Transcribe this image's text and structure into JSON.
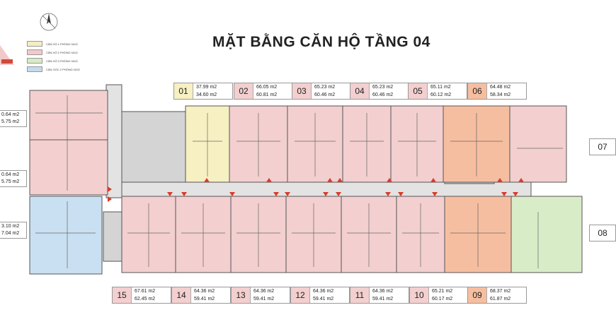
{
  "title": "MẶT BẰNG CĂN HỘ TẦNG 04",
  "legend": [
    {
      "label": "CĂN HỘ 1 PHÒNG NGỦ",
      "color": "#f4eec0"
    },
    {
      "label": "CĂN HỘ 2 PHÒNG NGỦ",
      "color": "#f2c9c9"
    },
    {
      "label": "CĂN HỘ 3 PHÒNG NGỦ",
      "color": "#d6ebc4"
    },
    {
      "label": "CĂN GÓC 2 PHÒNG NGỦ",
      "color": "#c4dbee"
    }
  ],
  "colors": {
    "pink": "#f3cfcf",
    "orange": "#f6bea0",
    "yellow": "#f6f0c2",
    "green": "#d9ecc8",
    "blue": "#c9e0f2",
    "core": "#d4d4d4",
    "corridor": "#e3e3e3",
    "arrow": "#d93b2b"
  },
  "top_units": [
    {
      "no": "01",
      "area1": "37.99 m2",
      "area2": "34.60 m2",
      "color": "#f6f0c2"
    },
    {
      "no": "02",
      "area1": "66.05 m2",
      "area2": "60.81 m2",
      "color": "#f3cfcf"
    },
    {
      "no": "03",
      "area1": "65.23 m2",
      "area2": "60.46 m2",
      "color": "#f3cfcf"
    },
    {
      "no": "04",
      "area1": "65.23 m2",
      "area2": "60.46 m2",
      "color": "#f3cfcf"
    },
    {
      "no": "05",
      "area1": "65.11 m2",
      "area2": "60.12 m2",
      "color": "#f3cfcf"
    },
    {
      "no": "06",
      "area1": "64.48 m2",
      "area2": "58.34 m2",
      "color": "#f6bea0"
    }
  ],
  "bottom_units": [
    {
      "no": "15",
      "area1": "67.61 m2",
      "area2": "62.45 m2",
      "color": "#f3cfcf"
    },
    {
      "no": "14",
      "area1": "64.36 m2",
      "area2": "59.41 m2",
      "color": "#f3cfcf"
    },
    {
      "no": "13",
      "area1": "64.36 m2",
      "area2": "59.41 m2",
      "color": "#f3cfcf"
    },
    {
      "no": "12",
      "area1": "64.36 m2",
      "area2": "59.41 m2",
      "color": "#f3cfcf"
    },
    {
      "no": "11",
      "area1": "64.36 m2",
      "area2": "59.41 m2",
      "color": "#f3cfcf"
    },
    {
      "no": "10",
      "area1": "65.21 m2",
      "area2": "60.17 m2",
      "color": "#f3cfcf"
    },
    {
      "no": "09",
      "area1": "68.37 m2",
      "area2": "61.87 m2",
      "color": "#f6bea0"
    }
  ],
  "left_labels": [
    {
      "a1": "0.64 m2",
      "a2": "5.75 m2"
    },
    {
      "a1": "0.64 m2",
      "a2": "5.75 m2"
    },
    {
      "a1": "3.10 m2",
      "a2": "7.04 m2"
    }
  ],
  "right_labels": [
    {
      "no": "07",
      "color": "#f3cfcf"
    },
    {
      "no": "08",
      "color": "#d9ecc8"
    }
  ]
}
